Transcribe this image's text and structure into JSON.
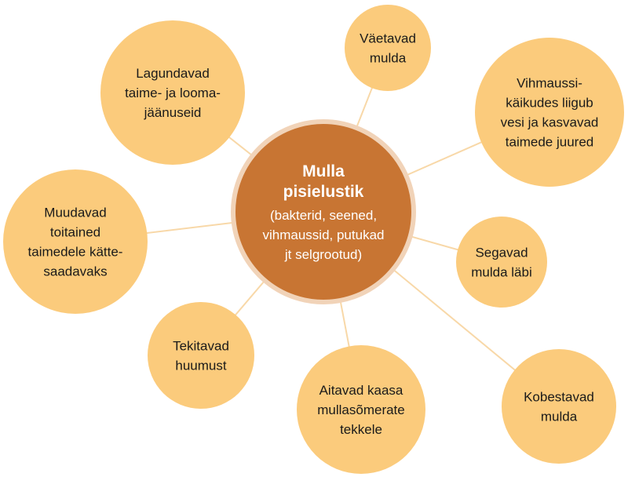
{
  "colors": {
    "center_fill": "#C87533",
    "center_stroke": "#F1D3B8",
    "node_fill": "#FBCB7C",
    "connector": "#F8D8A8"
  },
  "center": {
    "title_lines": [
      "Mulla",
      "pisielustik"
    ],
    "subtitle_lines": [
      "(bakterid, seened,",
      "vihmaussid, putukad",
      "jt selgrootud)"
    ]
  },
  "nodes": [
    {
      "id": "vaetavad",
      "lines": [
        "Väetavad",
        "mulda"
      ]
    },
    {
      "id": "vihmaussi",
      "lines": [
        "Vihmaussi-",
        "käikudes liigub",
        "vesi ja kasvavad",
        "taimede juured"
      ]
    },
    {
      "id": "segavad",
      "lines": [
        "Segavad",
        "mulda läbi"
      ]
    },
    {
      "id": "kobestavad",
      "lines": [
        "Kobestavad",
        "mulda"
      ]
    },
    {
      "id": "aitavad",
      "lines": [
        "Aitavad kaasa",
        "mullasõmerate",
        "tekkele"
      ]
    },
    {
      "id": "tekitavad",
      "lines": [
        "Tekitavad",
        "huumust"
      ]
    },
    {
      "id": "muudavad",
      "lines": [
        "Muudavad",
        "toitained",
        "taimedele kätte-",
        "saadavaks"
      ]
    },
    {
      "id": "lagundavad",
      "lines": [
        "Lagundavad",
        "taime- ja looma-",
        "jäänuseid"
      ]
    }
  ]
}
